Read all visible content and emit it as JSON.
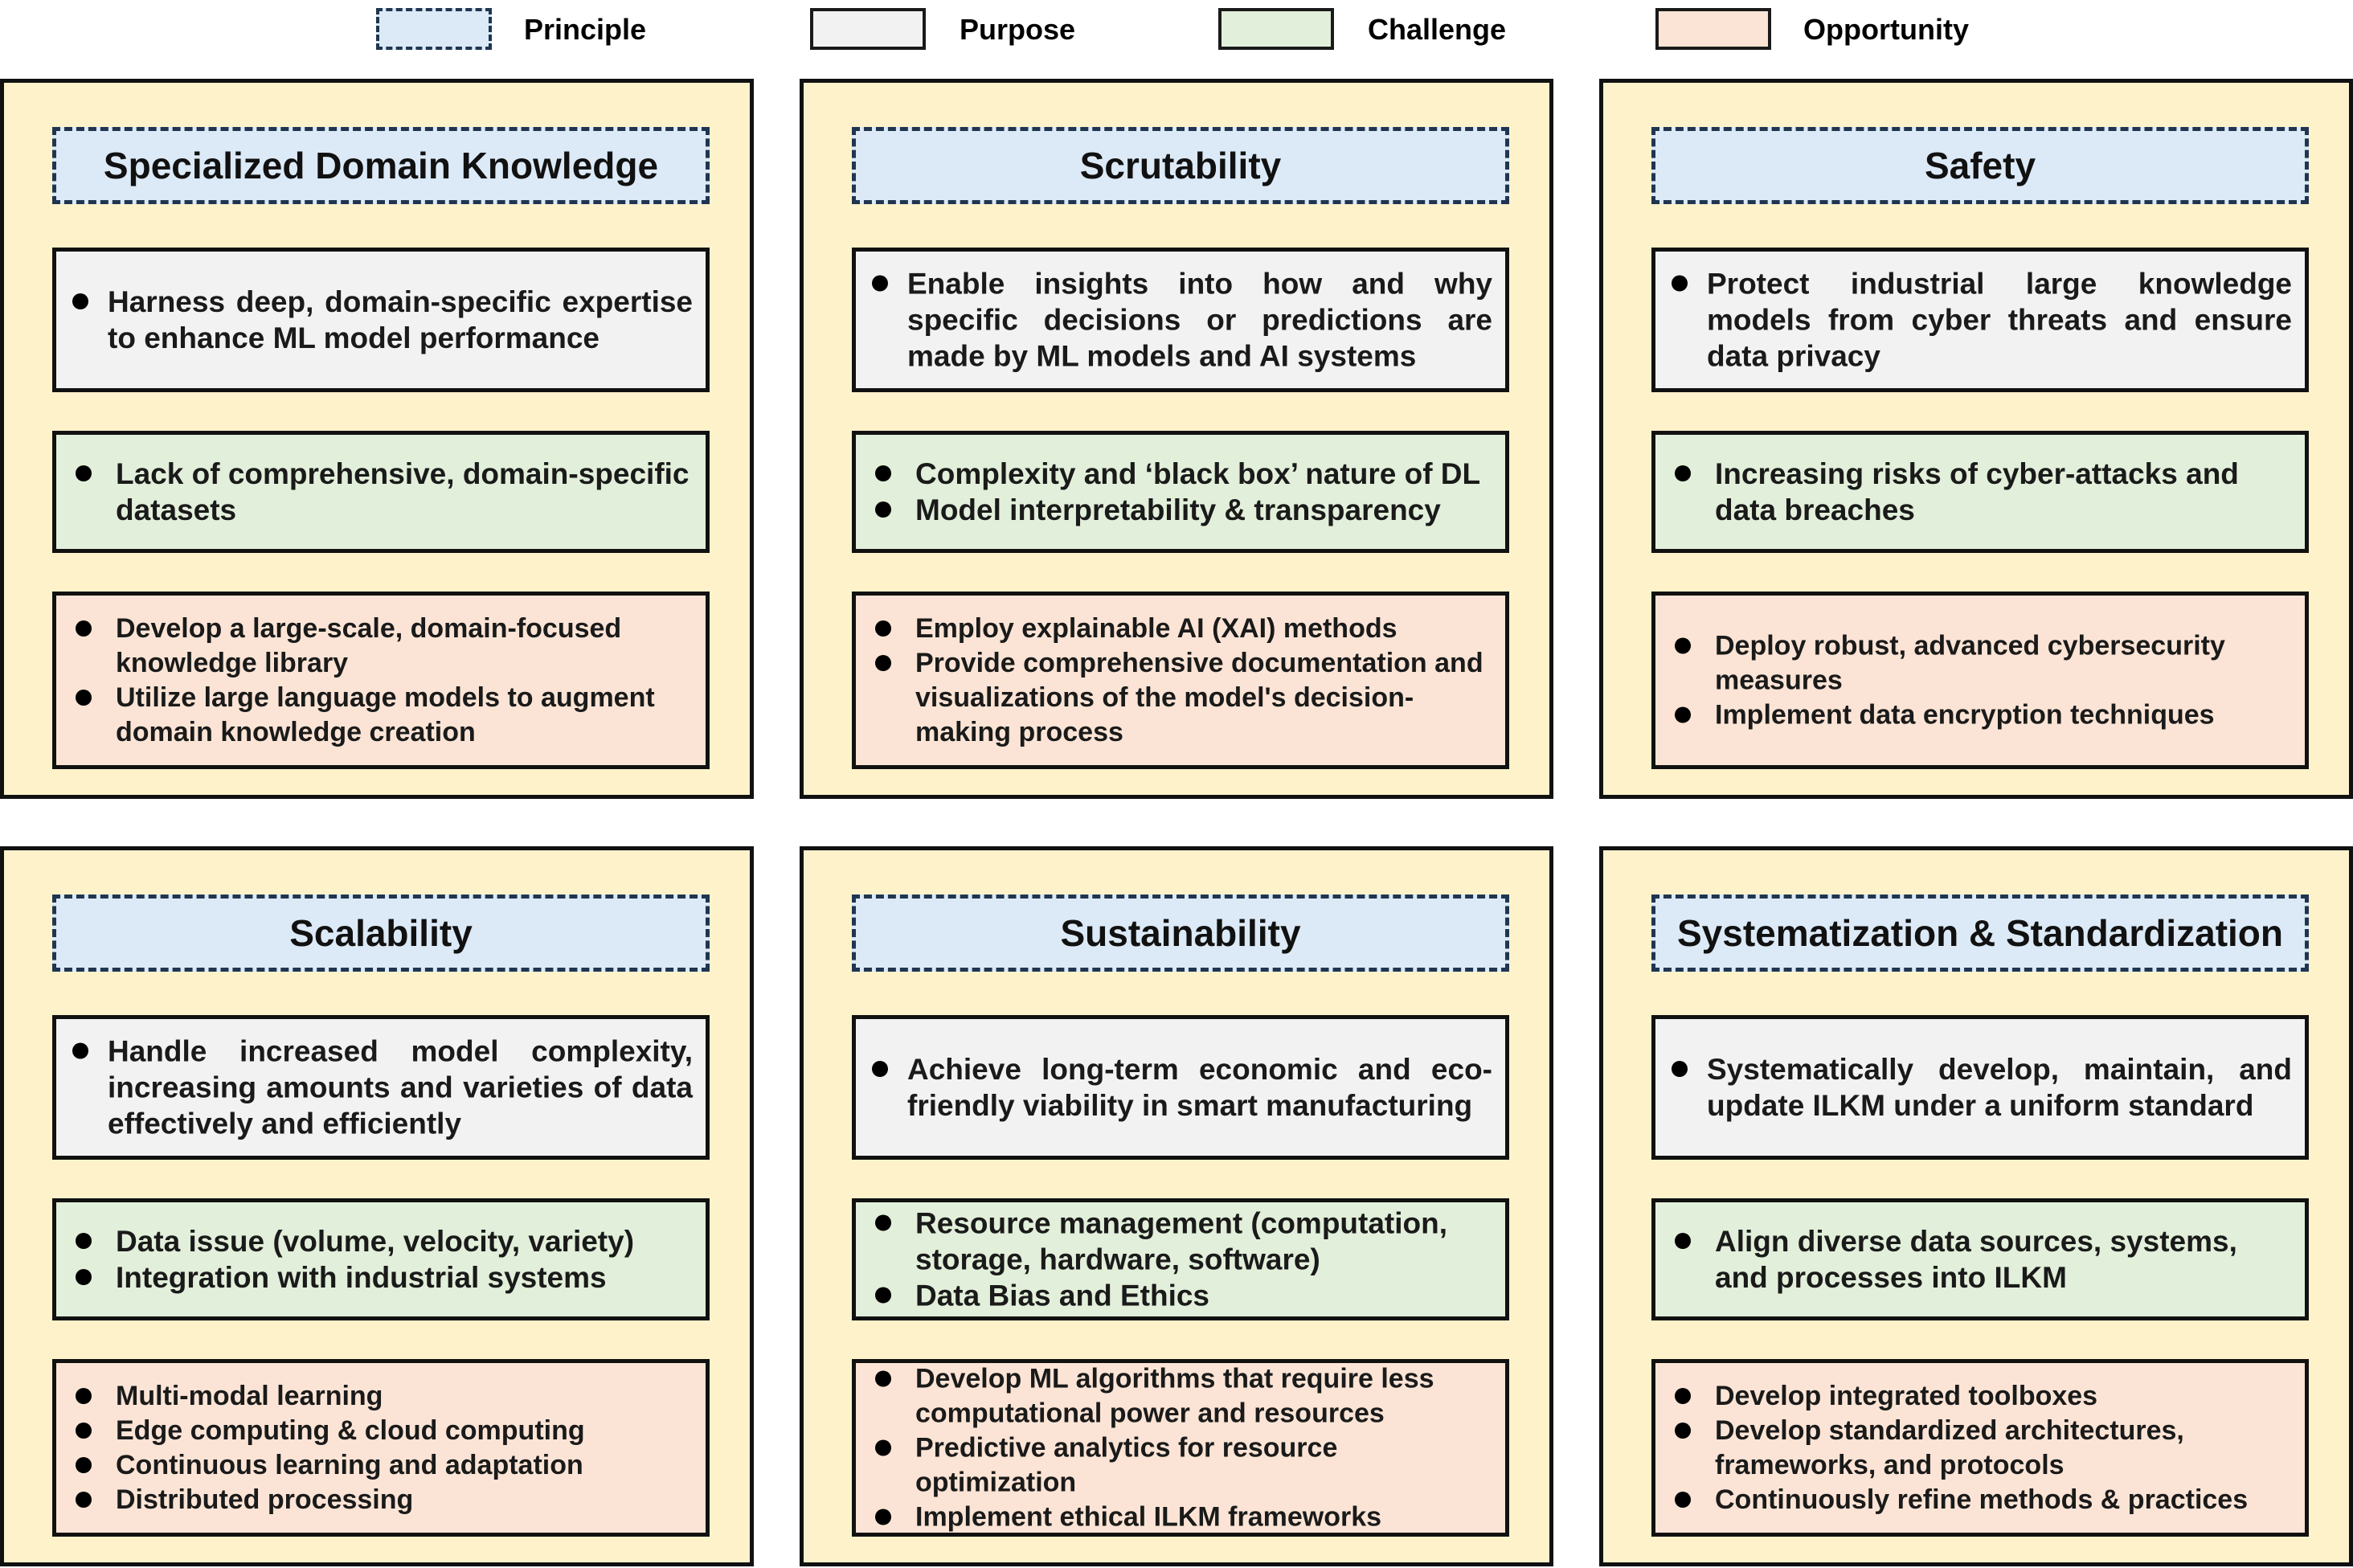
{
  "legend": [
    {
      "label": "Principle",
      "color": "#dce9f6"
    },
    {
      "label": "Purpose",
      "color": "#f2f2f2"
    },
    {
      "label": "Challenge",
      "color": "#e2efda"
    },
    {
      "label": "Opportunity",
      "color": "#fbe4d5"
    }
  ],
  "panels": [
    {
      "principle": "Specialized Domain Knowledge",
      "purpose": [
        "Harness deep, domain-specific expertise to enhance ML model performance"
      ],
      "challenge": [
        "Lack of comprehensive, domain-specific datasets"
      ],
      "opportunity": [
        "Develop a large-scale, domain-focused knowledge library",
        "Utilize large language models to augment domain knowledge creation"
      ]
    },
    {
      "principle": "Scrutability",
      "purpose": [
        "Enable insights into how and why specific decisions or predictions are made by ML models and AI systems"
      ],
      "challenge": [
        "Complexity and ‘black box’ nature of DL",
        "Model interpretability & transparency"
      ],
      "opportunity": [
        "Employ explainable AI (XAI) methods",
        "Provide comprehensive documentation and visualizations of the model's decision-making process"
      ]
    },
    {
      "principle": "Safety",
      "purpose": [
        "Protect industrial large knowledge models from cyber threats and ensure data privacy"
      ],
      "challenge": [
        "Increasing risks of cyber-attacks and data breaches"
      ],
      "opportunity": [
        "Deploy robust, advanced cybersecurity measures",
        "Implement data encryption techniques"
      ]
    },
    {
      "principle": "Scalability",
      "purpose": [
        "Handle increased model complexity, increasing amounts and varieties of data effectively and efficiently"
      ],
      "challenge": [
        "Data issue (volume, velocity, variety)",
        "Integration with industrial systems"
      ],
      "opportunity": [
        "Multi-modal learning",
        "Edge computing & cloud computing",
        "Continuous learning and adaptation",
        "Distributed processing"
      ]
    },
    {
      "principle": "Sustainability",
      "purpose": [
        "Achieve long-term economic and eco-friendly viability in smart manufacturing"
      ],
      "challenge": [
        "Resource management (computation, storage, hardware, software)",
        "Data Bias and Ethics"
      ],
      "opportunity": [
        "Develop ML algorithms that require less computational power and resources",
        "Predictive analytics for resource optimization",
        "Implement ethical ILKM frameworks"
      ]
    },
    {
      "principle": "Systematization & Standardization",
      "purpose": [
        "Systematically develop, maintain, and update ILKM under a uniform standard"
      ],
      "challenge": [
        "Align diverse data sources, systems, and processes into ILKM"
      ],
      "opportunity": [
        "Develop integrated toolboxes",
        "Develop standardized architectures, frameworks, and protocols",
        "Continuously refine methods & practices"
      ]
    }
  ]
}
